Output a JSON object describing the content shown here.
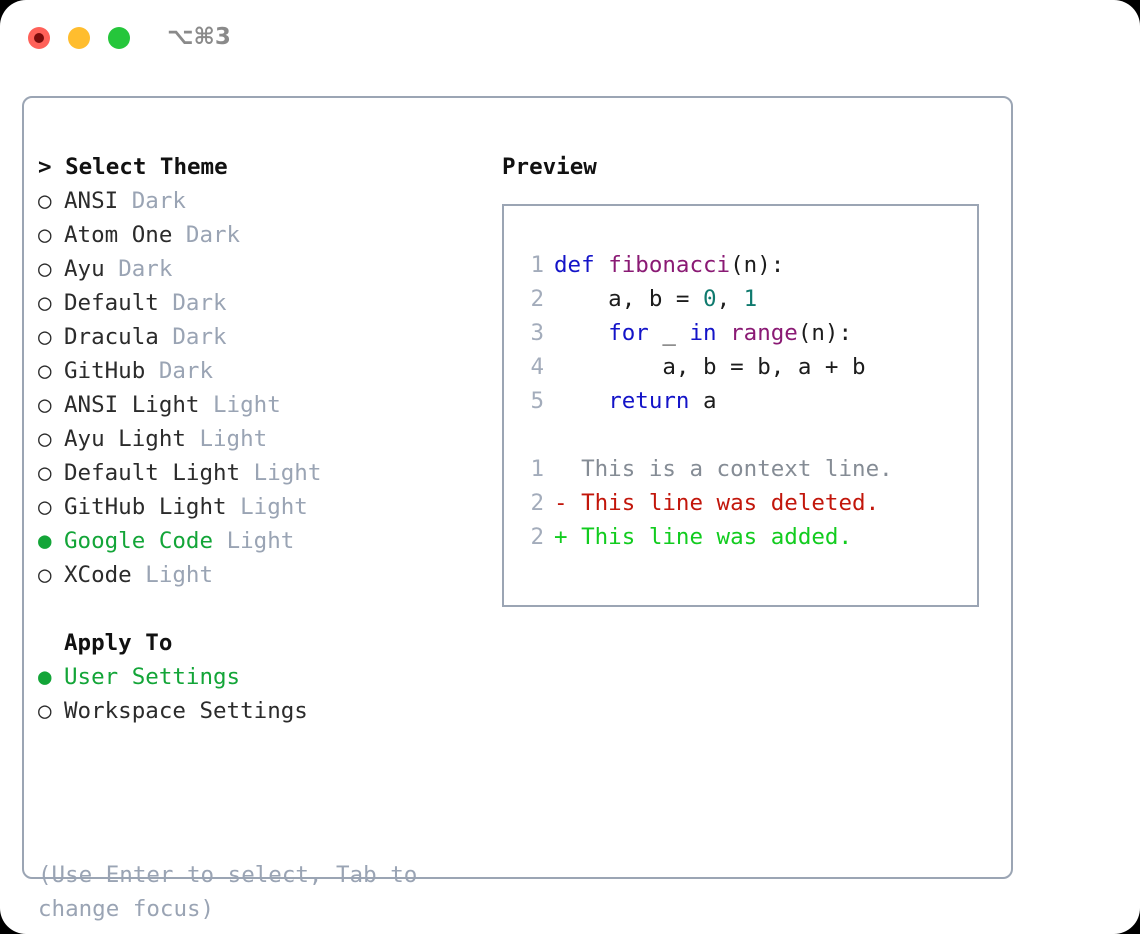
{
  "window": {
    "shortcut": "⌥⌘3",
    "traffic_lights": [
      {
        "name": "close",
        "color": "#ff6159"
      },
      {
        "name": "minimize",
        "color": "#ffbd2e"
      },
      {
        "name": "zoom",
        "color": "#25c63b"
      }
    ]
  },
  "theme_panel": {
    "heading": "> Select Theme",
    "bullet_unselected": "○",
    "bullet_selected": "●",
    "items": [
      {
        "bullet": "○",
        "name": "ANSI",
        "variant": "Dark",
        "selected": false
      },
      {
        "bullet": "○",
        "name": "Atom One",
        "variant": "Dark",
        "selected": false
      },
      {
        "bullet": "○",
        "name": "Ayu",
        "variant": "Dark",
        "selected": false
      },
      {
        "bullet": "○",
        "name": "Default",
        "variant": "Dark",
        "selected": false
      },
      {
        "bullet": "○",
        "name": "Dracula",
        "variant": "Dark",
        "selected": false
      },
      {
        "bullet": "○",
        "name": "GitHub",
        "variant": "Dark",
        "selected": false
      },
      {
        "bullet": "○",
        "name": "ANSI Light",
        "variant": "Light",
        "selected": false
      },
      {
        "bullet": "○",
        "name": "Ayu Light",
        "variant": "Light",
        "selected": false
      },
      {
        "bullet": "○",
        "name": "Default Light",
        "variant": "Light",
        "selected": false
      },
      {
        "bullet": "○",
        "name": "GitHub Light",
        "variant": "Light",
        "selected": false
      },
      {
        "bullet": "●",
        "name": "Google Code",
        "variant": "Light",
        "selected": true
      },
      {
        "bullet": "○",
        "name": "XCode",
        "variant": "Light",
        "selected": false
      }
    ]
  },
  "apply_to": {
    "heading": "Apply To",
    "options": [
      {
        "bullet": "●",
        "label": "User Settings",
        "selected": true
      },
      {
        "bullet": "○",
        "label": "Workspace Settings",
        "selected": false
      }
    ]
  },
  "hint": "(Use Enter to select, Tab to change focus)",
  "preview": {
    "heading": "Preview",
    "code_lines": [
      {
        "lineno": "1",
        "tokens": [
          {
            "text": "def ",
            "kind": "kw"
          },
          {
            "text": "fibonacci",
            "kind": "fn"
          },
          {
            "text": "(n):",
            "kind": "plain"
          }
        ]
      },
      {
        "lineno": "2",
        "tokens": [
          {
            "text": "    a, b = ",
            "kind": "plain"
          },
          {
            "text": "0",
            "kind": "num"
          },
          {
            "text": ", ",
            "kind": "plain"
          },
          {
            "text": "1",
            "kind": "num"
          }
        ]
      },
      {
        "lineno": "3",
        "tokens": [
          {
            "text": "    ",
            "kind": "plain"
          },
          {
            "text": "for",
            "kind": "kw"
          },
          {
            "text": " _ ",
            "kind": "plain"
          },
          {
            "text": "in",
            "kind": "kw"
          },
          {
            "text": " ",
            "kind": "plain"
          },
          {
            "text": "range",
            "kind": "fn"
          },
          {
            "text": "(n):",
            "kind": "plain"
          }
        ]
      },
      {
        "lineno": "4",
        "tokens": [
          {
            "text": "        a, b = b, a + b",
            "kind": "plain"
          }
        ]
      },
      {
        "lineno": "5",
        "tokens": [
          {
            "text": "    ",
            "kind": "plain"
          },
          {
            "text": "return",
            "kind": "kw"
          },
          {
            "text": " a",
            "kind": "plain"
          }
        ]
      }
    ],
    "diff_lines": [
      {
        "lineno": "1",
        "marker": "  ",
        "text": "This is a context line.",
        "kind": "context"
      },
      {
        "lineno": "2",
        "marker": "- ",
        "text": "This line was deleted.",
        "kind": "del"
      },
      {
        "lineno": "2",
        "marker": "+ ",
        "text": "This line was added.",
        "kind": "add"
      }
    ]
  },
  "colors": {
    "accent_green": "#13a538",
    "border": "#9ba5b4",
    "muted": "#9aa4b4",
    "keyword": "#1414c8",
    "function": "#8a1a74",
    "number": "#0f7a6e",
    "diff_add": "#12cc1f",
    "diff_del": "#c2160b",
    "diff_context": "#858c95"
  }
}
